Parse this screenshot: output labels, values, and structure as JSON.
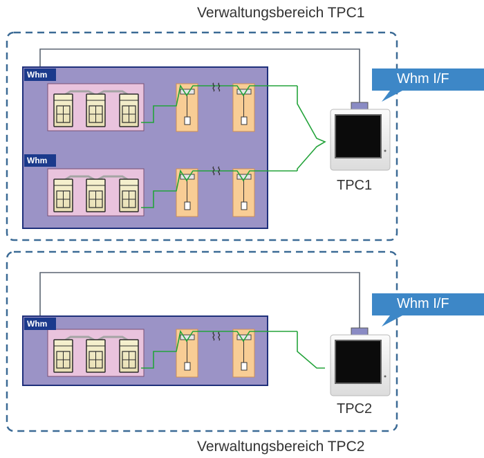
{
  "areas": [
    {
      "title": "Verwaltungsbereich TPC1",
      "controller_label": "TPC1",
      "interface_label": "Whm I/F",
      "systems": [
        {
          "tag": "Whm",
          "separator": "⌇⌇"
        },
        {
          "tag": "Whm",
          "separator": "⌇⌇"
        }
      ]
    },
    {
      "title": "Verwaltungsbereich TPC2",
      "controller_label": "TPC2",
      "interface_label": "Whm I/F",
      "systems": [
        {
          "tag": "Whm",
          "separator": "⌇⌇"
        }
      ]
    }
  ],
  "colors": {
    "dashed_border": "#3b6a95",
    "system_fill": "#9b93c6",
    "system_border": "#1e2f7a",
    "outdoor_group_fill": "#e9c3dd",
    "indoor_unit_fill": "#f8cd95",
    "green_wire": "#23a33a",
    "callout_fill": "#3d87c7",
    "tag_fill": "#1b3a8c"
  }
}
